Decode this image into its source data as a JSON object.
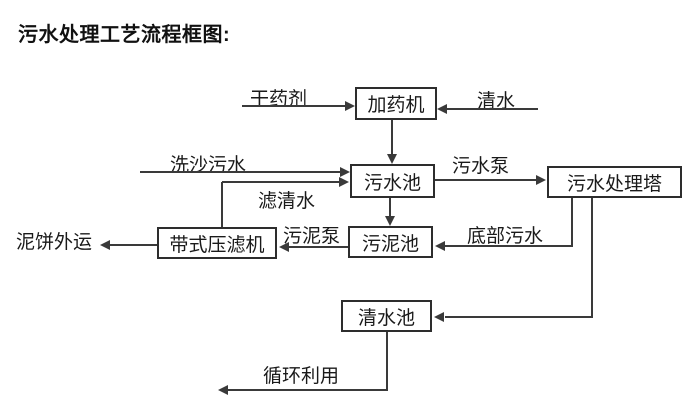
{
  "title": "污水处理工艺流程框图:",
  "nodes": {
    "dosing_machine": "加药机",
    "sewage_pool": "污水池",
    "treatment_tower": "污水处理塔",
    "sludge_pool": "污泥池",
    "belt_filter_press": "带式压滤机",
    "clean_water_pool": "清水池"
  },
  "flow_labels": {
    "dry_chemical": "干药剂",
    "clean_water_in": "清水",
    "sand_washing_sewage": "洗沙污水",
    "filtered_water": "滤清水",
    "sewage_pump": "污水泵",
    "bottom_sewage": "底部污水",
    "sludge_pump": "污泥泵",
    "mud_cake_out": "泥饼外运",
    "recycle": "循环利用"
  },
  "colors": {
    "background": "#ffffff",
    "line": "#3a3a3a",
    "box_border": "#2d2d2d",
    "text": "#1a1a1a"
  }
}
